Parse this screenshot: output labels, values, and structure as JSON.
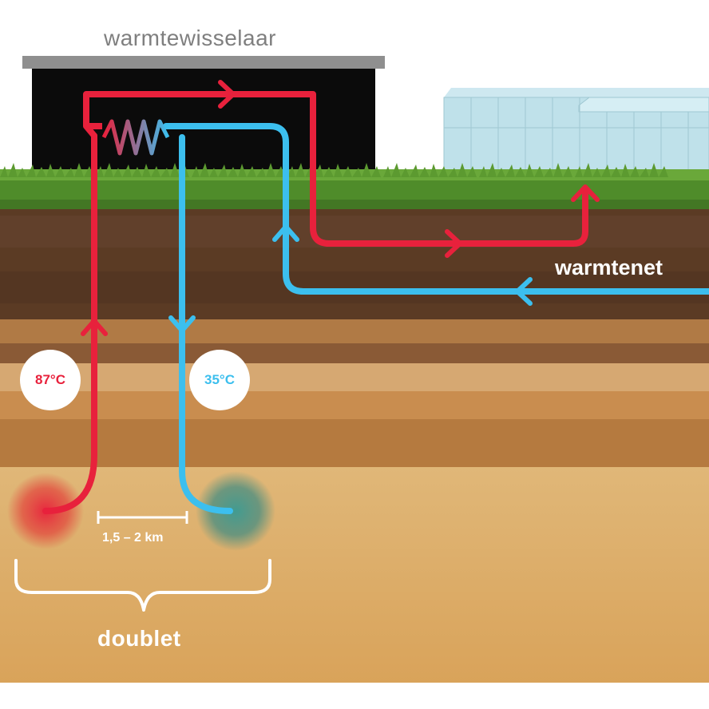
{
  "diagram": {
    "heat_exchanger_label": "warmtewisselaar",
    "heat_network_label": "warmtenet",
    "production_temperature": "87°C",
    "injection_temperature": "35°C",
    "well_spacing": "1,5 – 2 km",
    "doublet_label": "doublet"
  },
  "colors": {
    "hot_flow": "#e8213c",
    "cold_flow": "#3cbfee",
    "building": "#0b0b0b",
    "roof": "#8f8f8f",
    "soil_dark": "#5a3a22",
    "sand": "#d9a862"
  },
  "icons": {
    "building": "building-icon",
    "greenhouse": "greenhouse-icon",
    "heat_exchanger_coil": "coil-icon"
  }
}
